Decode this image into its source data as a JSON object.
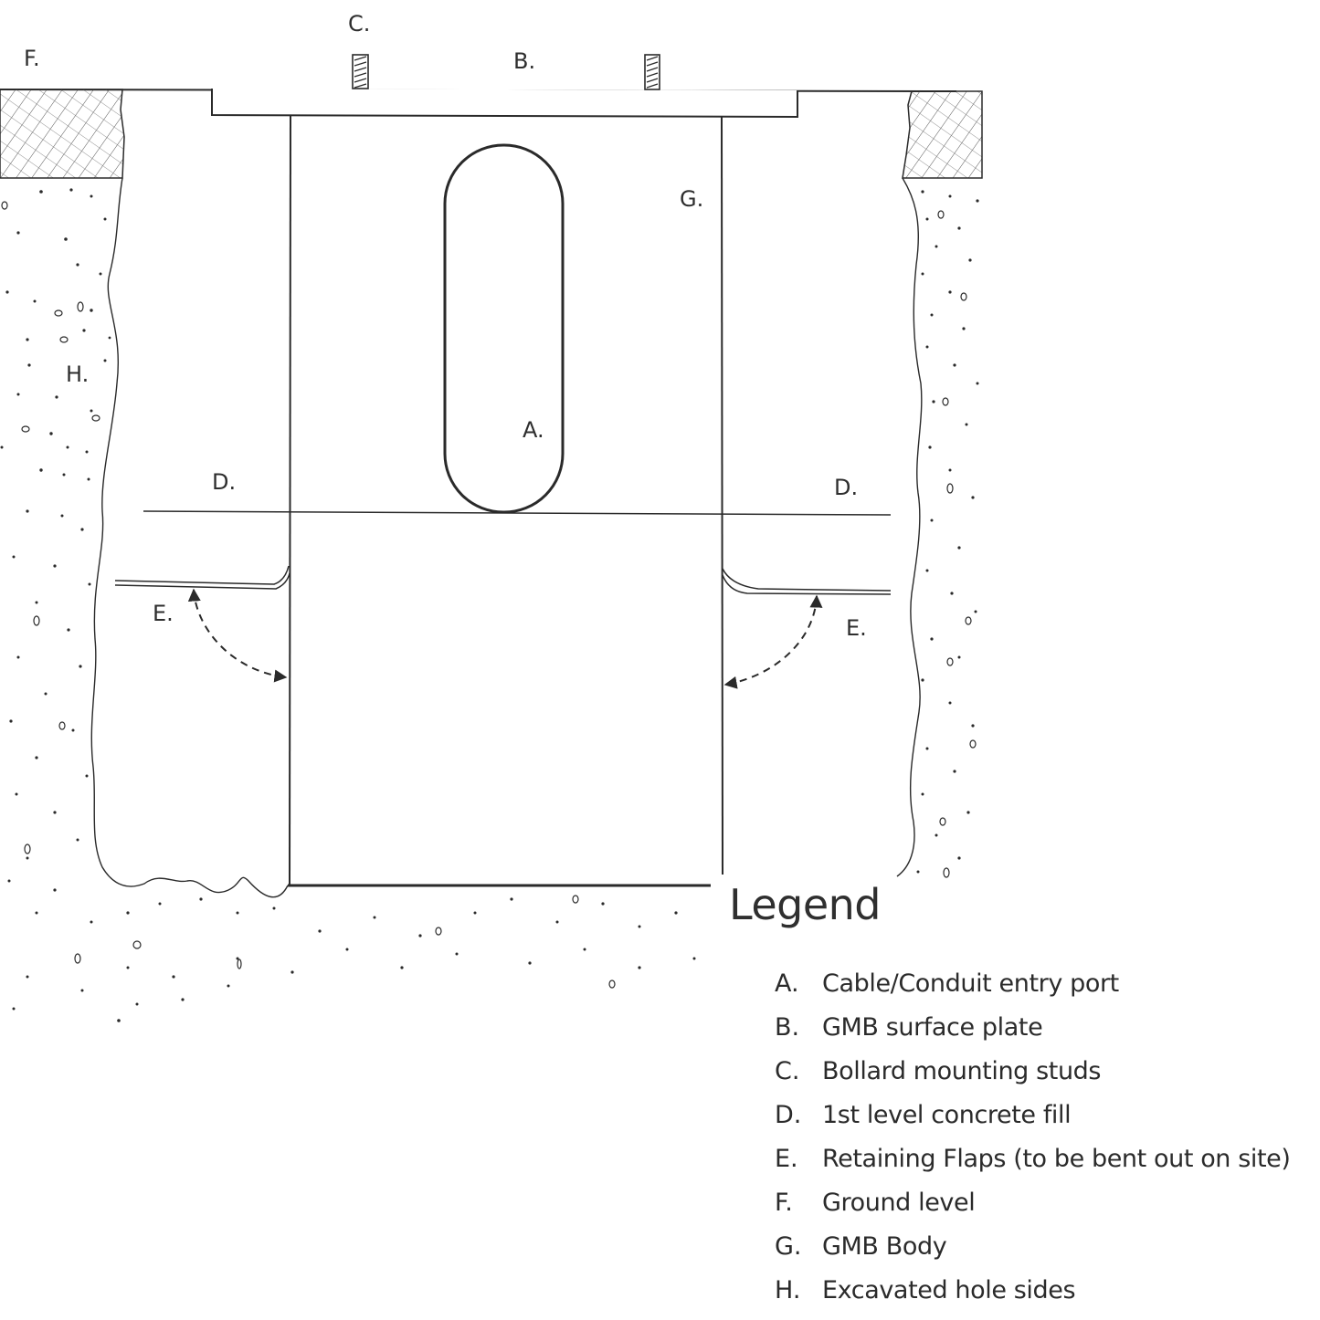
{
  "diagram": {
    "labels": {
      "A": "A.",
      "B": "B.",
      "C": "C.",
      "D_left": "D.",
      "D_right": "D.",
      "E_left": "E.",
      "E_right": "E.",
      "F": "F.",
      "G": "G.",
      "H": "H."
    },
    "colors": {
      "line": "#2a2a2a",
      "background": "#ffffff"
    }
  },
  "legend": {
    "title": "Legend",
    "items": [
      {
        "key": "A.",
        "text": "Cable/Conduit entry port"
      },
      {
        "key": "B.",
        "text": "GMB surface plate"
      },
      {
        "key": "C.",
        "text": "Bollard mounting studs"
      },
      {
        "key": "D.",
        "text": "1st level concrete fill"
      },
      {
        "key": "E.",
        "text": "Retaining Flaps (to be bent out on site)"
      },
      {
        "key": "F.",
        "text": "Ground level"
      },
      {
        "key": "G.",
        "text": "GMB Body"
      },
      {
        "key": "H.",
        "text": "Excavated hole sides"
      }
    ]
  }
}
